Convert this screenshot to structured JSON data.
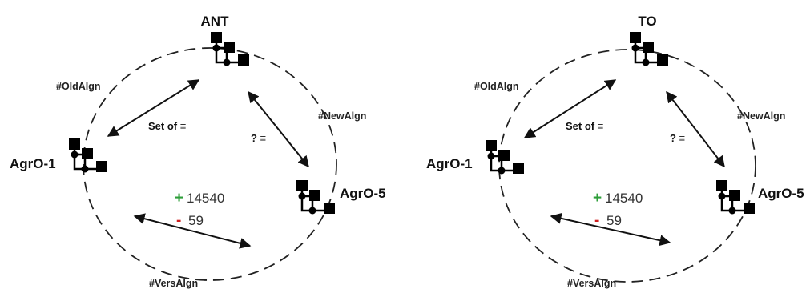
{
  "panels": [
    {
      "top_label": "ANT",
      "left_label": "AgrO-1",
      "right_label": "AgrO-5",
      "old_alignment": "#OldAlgn",
      "new_alignment": "#NewAlgn",
      "versioned_alignment": "#VersAlgn",
      "set_of_label": "Set of ≡",
      "unknown_label": "? ≡",
      "added_sign": "+",
      "added_count": "14540",
      "removed_sign": "-",
      "removed_count": "59"
    },
    {
      "top_label": "TO",
      "left_label": "AgrO-1",
      "right_label": "AgrO-5",
      "old_alignment": "#OldAlgn",
      "new_alignment": "#NewAlgn",
      "versioned_alignment": "#VersAlgn",
      "set_of_label": "Set of ≡",
      "unknown_label": "? ≡",
      "added_sign": "+",
      "added_count": "14540",
      "removed_sign": "-",
      "removed_count": "59"
    }
  ]
}
